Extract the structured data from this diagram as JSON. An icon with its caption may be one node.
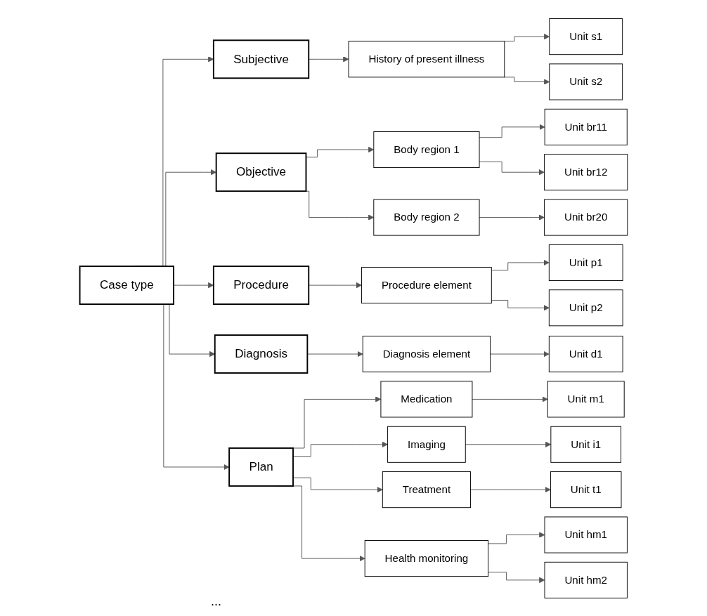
{
  "diagram": {
    "nodes": [
      {
        "text": [
          "Case type"
        ]
      },
      {
        "text": [
          "Subjective"
        ]
      },
      {
        "text": [
          "Objective"
        ]
      },
      {
        "text": [
          "Procedure"
        ]
      },
      {
        "text": [
          "Diagnosis"
        ]
      },
      {
        "text": [
          "Plan"
        ]
      },
      {
        "text": [
          "History of present illness"
        ]
      },
      {
        "text": [
          "Body region 1"
        ]
      },
      {
        "text": [
          "Body region 2"
        ]
      },
      {
        "text": [
          "Procedure element"
        ]
      },
      {
        "text": [
          "Diagnosis element"
        ]
      },
      {
        "text": [
          "Medication"
        ]
      },
      {
        "text": [
          "Imaging"
        ]
      },
      {
        "text": [
          "Treatment"
        ]
      },
      {
        "text": [
          "Health monitoring"
        ]
      },
      {
        "text": [
          "Unit s1"
        ]
      },
      {
        "text": [
          "Unit s2"
        ]
      },
      {
        "text": [
          "Unit br11"
        ]
      },
      {
        "text": [
          "Unit br12"
        ]
      },
      {
        "text": [
          "Unit br20"
        ]
      },
      {
        "text": [
          "Unit p1"
        ]
      },
      {
        "text": [
          "Unit p2"
        ]
      },
      {
        "text": [
          "Unit d1"
        ]
      },
      {
        "text": [
          "Unit m1"
        ]
      },
      {
        "text": [
          "Unit i1"
        ]
      },
      {
        "text": [
          "Unit t1"
        ]
      },
      {
        "text": [
          "Unit hm1"
        ]
      },
      {
        "text": [
          "Unit hm2"
        ]
      }
    ],
    "edges": [
      {
        "from": 0,
        "to": 1,
        "arrow": "to"
      },
      {
        "from": 0,
        "to": 2,
        "arrow": "to"
      },
      {
        "from": 0,
        "to": 3,
        "arrow": "to"
      },
      {
        "from": 0,
        "to": 4,
        "arrow": "to"
      },
      {
        "from": 0,
        "to": 5,
        "arrow": "to"
      },
      {
        "from": 1,
        "to": 6,
        "arrow": "to"
      },
      {
        "from": 2,
        "to": 7,
        "arrow": "to"
      },
      {
        "from": 2,
        "to": 8,
        "arrow": "to"
      },
      {
        "from": 3,
        "to": 9,
        "arrow": "to"
      },
      {
        "from": 4,
        "to": 10,
        "arrow": "to"
      },
      {
        "from": 5,
        "to": 11,
        "arrow": "to"
      },
      {
        "from": 5,
        "to": 12,
        "arrow": "to"
      },
      {
        "from": 5,
        "to": 13,
        "arrow": "to"
      },
      {
        "from": 5,
        "to": 14,
        "arrow": "to"
      },
      {
        "from": 6,
        "to": 15,
        "arrow": "to"
      },
      {
        "from": 6,
        "to": 16,
        "arrow": "to"
      },
      {
        "from": 7,
        "to": 17,
        "arrow": "to"
      },
      {
        "from": 7,
        "to": 18,
        "arrow": "to"
      },
      {
        "from": 8,
        "to": 19,
        "arrow": "to"
      },
      {
        "from": 9,
        "to": 20,
        "arrow": "to"
      },
      {
        "from": 9,
        "to": 21,
        "arrow": "to"
      },
      {
        "from": 10,
        "to": 22,
        "arrow": "to"
      },
      {
        "from": 11,
        "to": 23,
        "arrow": "to"
      },
      {
        "from": 12,
        "to": 24,
        "arrow": "to"
      },
      {
        "from": 13,
        "to": 25,
        "arrow": "to"
      },
      {
        "from": 14,
        "to": 26,
        "arrow": "to"
      },
      {
        "from": 14,
        "to": 27,
        "arrow": "to"
      }
    ],
    "labels": [
      "..."
    ]
  }
}
